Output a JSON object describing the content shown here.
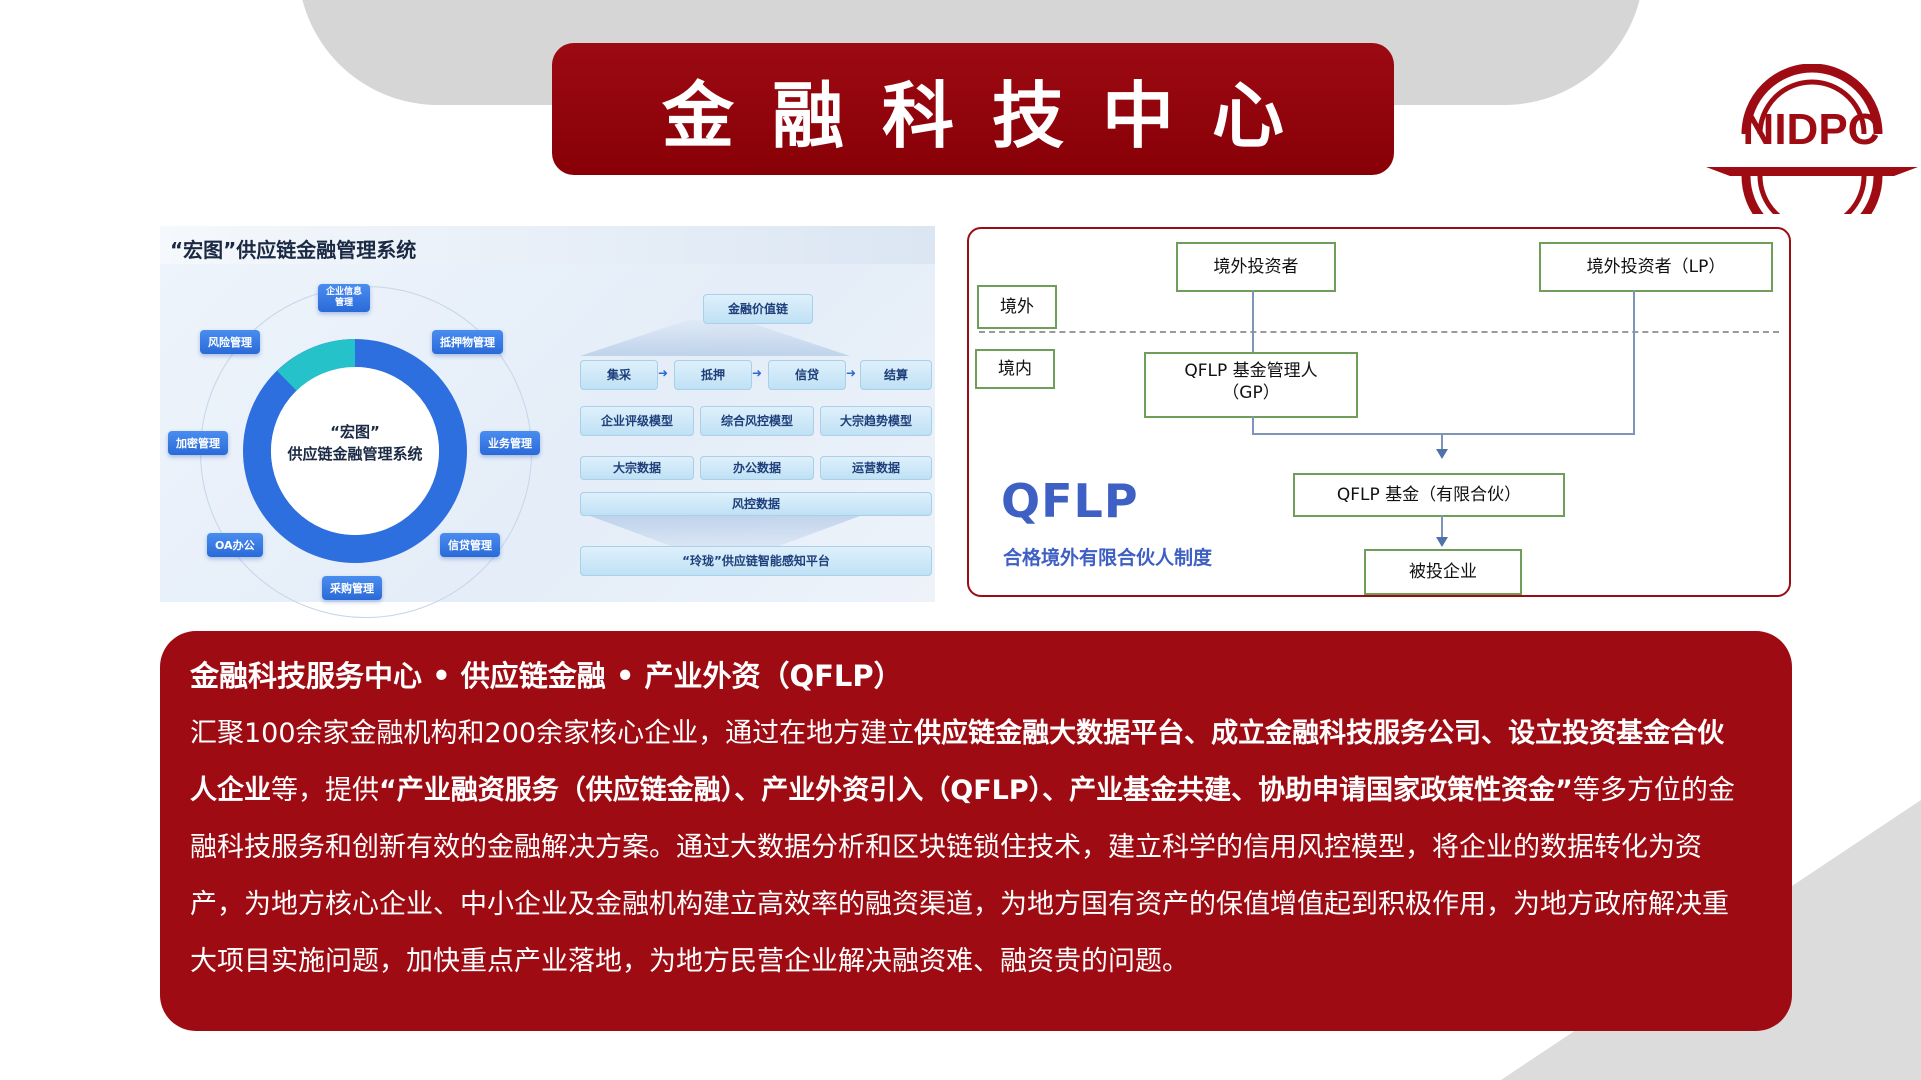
{
  "header": {
    "title": "金融科技中心"
  },
  "logo": {
    "text": "NIDPC",
    "brand_color": "#9e0b12"
  },
  "supply_chain": {
    "title": "“宏图”供应链金融管理系统",
    "ring_label_line1": "“宏图”",
    "ring_label_line2": "供应链金融管理系统",
    "modules": {
      "top": "企业信息管理",
      "top_right": "抵押物管理",
      "right": "业务管理",
      "bottom_right": "信贷管理",
      "bottom": "采购管理",
      "bottom_left": "OA办公",
      "left": "加密管理",
      "top_left": "风险管理"
    },
    "value_chain": "金融价值链",
    "flow": [
      "集采",
      "抵押",
      "信贷",
      "结算"
    ],
    "models": [
      "企业评级模型",
      "综合风控模型",
      "大宗趋势模型"
    ],
    "data_row": [
      "大宗数据",
      "办公数据",
      "运营数据"
    ],
    "risk_data": "风控数据",
    "platform": "“玲珑”供应链智能感知平台",
    "ring_blue": "#2e6fe0",
    "ring_teal": "#25c3c9"
  },
  "qflp": {
    "overseas": "境外",
    "domestic": "境内",
    "investor": "境外投资者",
    "investor_lp": "境外投资者（LP）",
    "gp_line1": "QFLP 基金管理人",
    "gp_line2": "（GP）",
    "fund": "QFLP 基金（有限合伙）",
    "invested": "被投企业",
    "big": "QFLP",
    "sub": "合格境外有限合伙人制度",
    "accent": "#3e5fc4"
  },
  "info": {
    "heading": "金融科技服务中心 • 供应链金融 • 产业外资（QFLP）",
    "p1": "汇聚100余家金融机构和200余家核心企业，通过在地方建立",
    "b1": "供应链金融大数据平台、成立金融科技服务公司、设立投资基金合伙人企业",
    "p2": "等，提供",
    "b2": "“产业融资服务（供应链金融）、产业外资引入（QFLP）、产业基金共建、协助申请国家政策性资金”",
    "p3": "等多方位的金融科技服务和创新有效的金融解决方案。通过大数据分析和区块链锁住技术，建立科学的信用风控模型，将企业的数据转化为资产，为地方核心企业、中小企业及金融机构建立高效率的融资渠道，为地方国有资产的保值增值起到积极作用，为地方政府解决重大项目实施问题，加快重点产业落地，为地方民营企业解决融资难、融资贵的问题。"
  }
}
